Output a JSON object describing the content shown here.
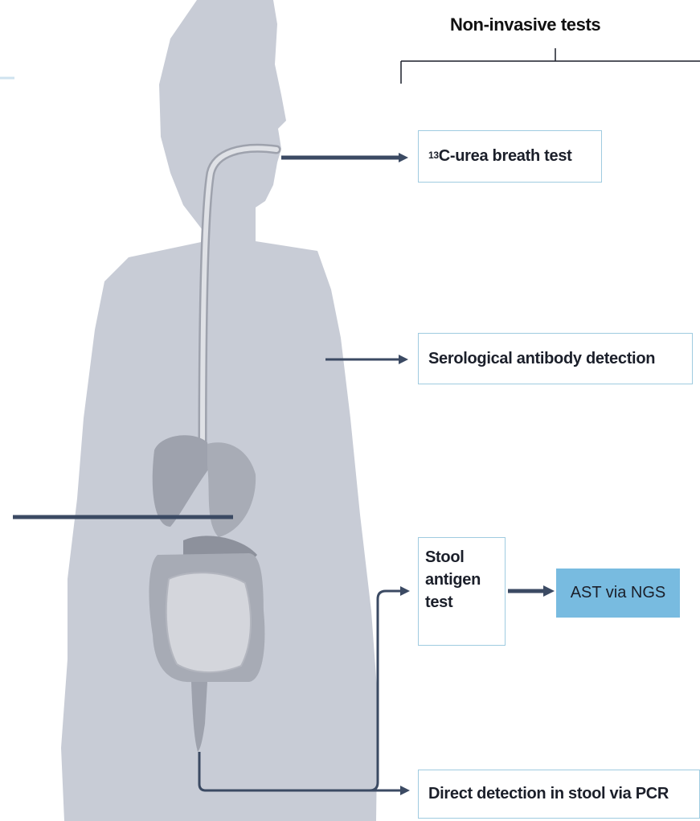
{
  "heading": "Non-invasive tests",
  "tests": {
    "breath_test": {
      "superscript": "13",
      "label": "C-urea breath test"
    },
    "serology": {
      "label": "Serological antibody detection"
    },
    "stool_antigen": {
      "lines": [
        "Stool",
        "antigen",
        "test"
      ]
    },
    "pcr": {
      "label": "Direct detection in stool via PCR"
    }
  },
  "result": {
    "label": "AST via NGS"
  },
  "colors": {
    "silhouette": "#c8ccd6",
    "arrow": "#3b4a63",
    "box_border": "#9fcbe0",
    "result_fill": "#78bbe0",
    "organ": "#a7abb5"
  }
}
